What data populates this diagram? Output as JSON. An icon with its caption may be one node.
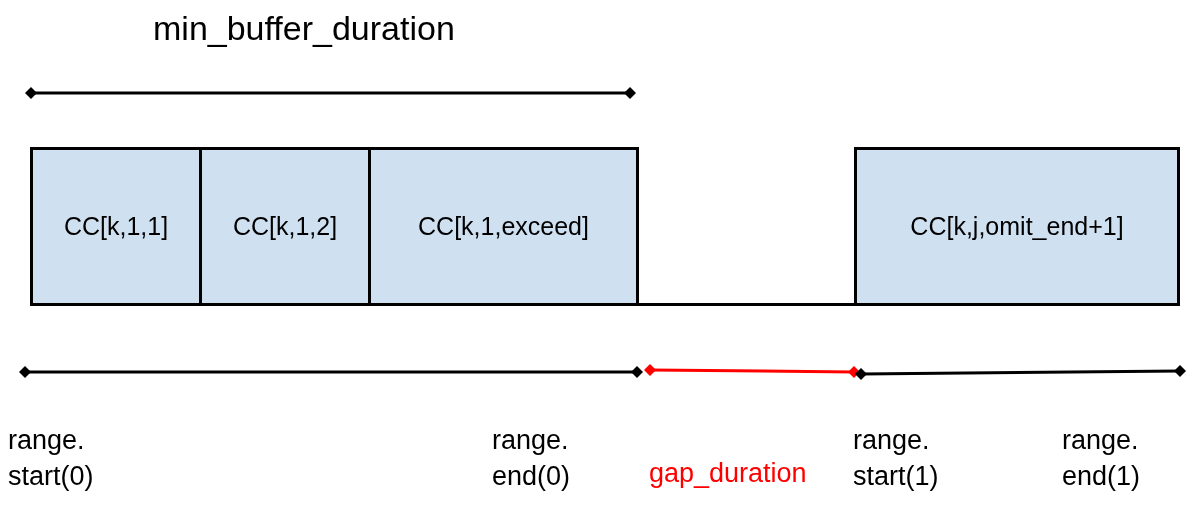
{
  "diagram": {
    "nodes": [
      {
        "text": [
          "CC[k,1,1]"
        ]
      },
      {
        "text": [
          "CC[k,1,2]"
        ]
      },
      {
        "text": [
          "CC[k,1,exceed]"
        ]
      },
      {
        "text": [
          "CC[k,j,omit_end+1]"
        ]
      }
    ],
    "edges": [
      {
        "from": 2,
        "to": 3,
        "arrow": "none"
      }
    ],
    "labels": [
      "min_buffer_duration",
      "range. start(0)",
      "range. end(0)",
      "gap_duration",
      "range. start(1)",
      "range. end(1)"
    ]
  }
}
